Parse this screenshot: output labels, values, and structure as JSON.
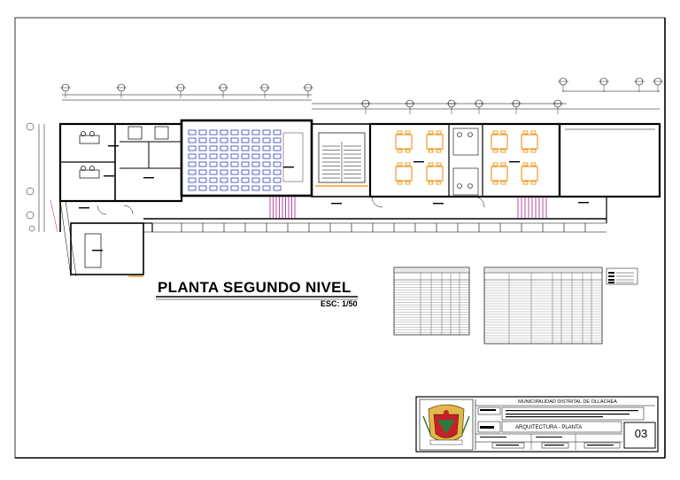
{
  "sheet": {
    "plan_title": "PLANTA SEGUNDO NIVEL",
    "plan_scale": "ESC: 1/50"
  },
  "title_block": {
    "municipality": "MUNICIPALIDAD DISTRITAL DE OLLACHEA",
    "sheet_subject": "ARQUITECTURA - PLANTA",
    "sheet_number": "03"
  },
  "colors": {
    "lines": "#000000",
    "classroom_seats": "#2a3fb5",
    "furniture_orange": "#f08a00",
    "ramps_magenta": "#a0208a",
    "shield_red": "#c8202a",
    "shield_gold": "#e0b84a"
  },
  "icons": [
    "grid-axis-bubble",
    "north-arrow",
    "staircase",
    "table-schedule",
    "municipal-shield"
  ]
}
